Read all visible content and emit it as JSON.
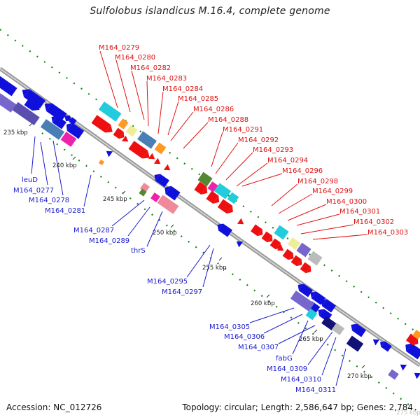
{
  "title": "Sulfolobus islandicus M.16.4, complete genome",
  "footer": {
    "accession": "Accession: NC_012726",
    "summary": "Topology: circular; Length: 2,586,647 bp; Genes: 2,784"
  },
  "kbp_ticks": [
    "235 kbp",
    "240 kbp",
    "245 kbp",
    "250 kbp",
    "255 kbp",
    "260 kbp",
    "265 kbp",
    "270 kbp",
    "275 kbp"
  ],
  "forward_labels": [
    "M164_0279",
    "M164_0280",
    "M164_0282",
    "M164_0283",
    "M164_0284",
    "M164_0285",
    "M164_0286",
    "M164_0288",
    "M164_0291",
    "M164_0292",
    "M164_0293",
    "M164_0294",
    "M164_0296",
    "M164_0298",
    "M164_0299",
    "M164_0300",
    "M164_0301",
    "M164_0302",
    "M164_0303"
  ],
  "reverse_labels": [
    "leuD",
    "M164_0277",
    "M164_0278",
    "M164_0281",
    "M164_0287",
    "M164_0289",
    "thrS",
    "M164_0295",
    "M164_0297",
    "M164_0305",
    "M164_0306",
    "M164_0307",
    "fabG",
    "M164_0309",
    "M164_0310",
    "M164_0311"
  ],
  "colors": {
    "forward_gene": "#ee1010",
    "reverse_gene": "#1010dd",
    "backbone": "#999999",
    "gc_ticks": "#118811",
    "cyan": "#22ccdd",
    "lavender": "#7766cc",
    "steel": "#4a7fb5",
    "magenta": "#ee22aa",
    "pink": "#f08a9a",
    "khaki": "#eeee99",
    "orange": "#ff9922",
    "gray": "#bbbbbb",
    "olive": "#558833",
    "navy": "#111177"
  }
}
